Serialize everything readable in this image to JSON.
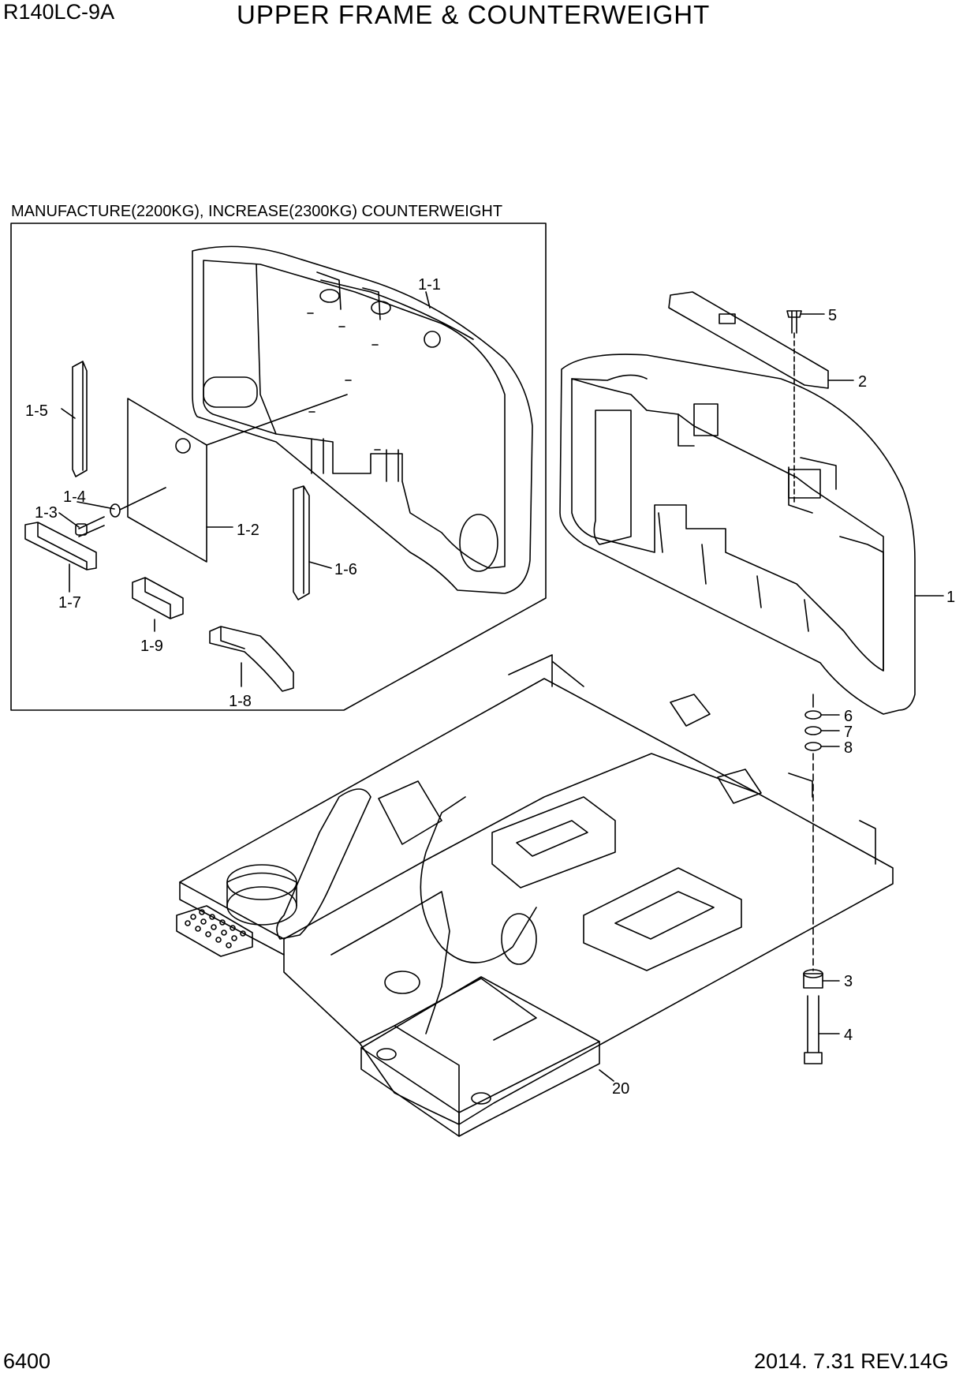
{
  "header": {
    "model": "R140LC-9A",
    "title": "UPPER FRAME & COUNTERWEIGHT"
  },
  "inset": {
    "title": "MANUFACTURE(2200KG), INCREASE(2300KG) COUNTERWEIGHT"
  },
  "callouts": {
    "c1_1": "1-1",
    "c1_2": "1-2",
    "c1_3": "1-3",
    "c1_4": "1-4",
    "c1_5": "1-5",
    "c1_6": "1-6",
    "c1_7": "1-7",
    "c1_8": "1-8",
    "c1_9": "1-9",
    "c1": "1",
    "c2": "2",
    "c3": "3",
    "c4": "4",
    "c5": "5",
    "c6": "6",
    "c7": "7",
    "c8": "8",
    "c20": "20"
  },
  "footer": {
    "page": "6400",
    "revision": "2014. 7.31  REV.14G"
  }
}
